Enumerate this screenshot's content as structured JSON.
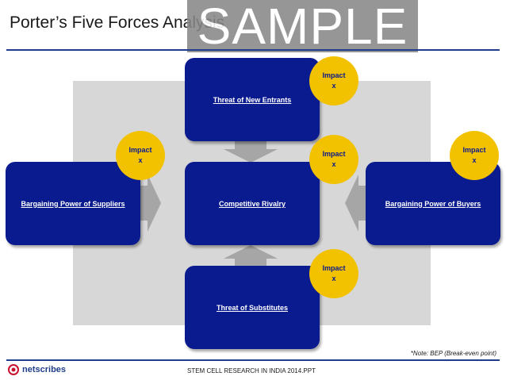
{
  "slide": {
    "title": "Porter’s Five Forces Analysis",
    "watermark": "SAMPLE",
    "note": "*Note: BEP (Break-even point)",
    "footer": "STEM CELL RESEARCH IN INDIA 2014.PPT",
    "logo_text": "netscribes"
  },
  "forces": {
    "new_entrants": "Threat of New Entrants",
    "suppliers": "Bargaining Power of Suppliers",
    "rivalry": "Competitive Rivalry",
    "buyers": "Bargaining Power of Buyers",
    "substitutes": "Threat of Substitutes"
  },
  "impact": {
    "label": "Impact",
    "value": "x"
  },
  "colors": {
    "force_box": "#0a1a8f",
    "impact_circle": "#f2c100",
    "panel": "#d7d7d7",
    "arrow": "#a6a6a6",
    "rule": "#1f3d8a"
  }
}
